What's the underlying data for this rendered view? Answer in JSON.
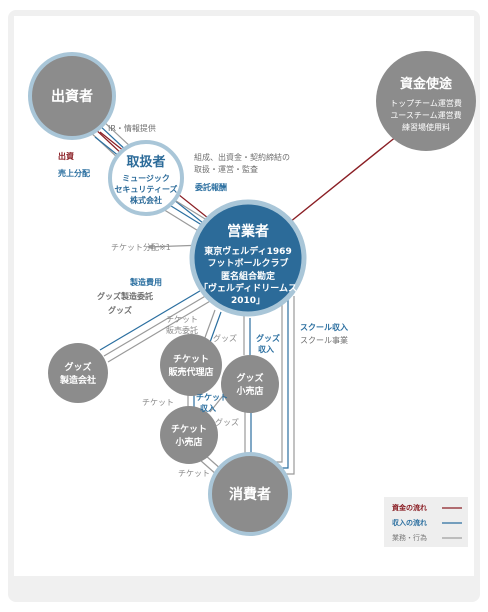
{
  "nodes": {
    "investor": {
      "title": "出資者"
    },
    "handler": {
      "title": "取扱者",
      "sub1": "ミュージック",
      "sub2": "セキュリティーズ",
      "sub3": "株式会社"
    },
    "operator": {
      "title": "営業者",
      "sub1": "東京ヴェルディ1969",
      "sub2": "フットボールクラブ",
      "sub3": "匿名組合勘定",
      "sub4": "「ヴェルディドリームス",
      "sub5": "2010」"
    },
    "funds": {
      "title": "資金使途",
      "sub1": "トップチーム運営費",
      "sub2": "ユースチーム運営費",
      "sub3": "練習場使用料"
    },
    "goods_maker": {
      "title1": "グッズ",
      "title2": "製造会社"
    },
    "ticket_agency": {
      "title1": "チケット",
      "title2": "販売代理店"
    },
    "goods_shop": {
      "title1": "グッズ",
      "title2": "小売店"
    },
    "ticket_shop": {
      "title1": "チケット",
      "title2": "小売店"
    },
    "consumer": {
      "title": "消費者"
    }
  },
  "labels": {
    "ir": "IR・情報提供",
    "invest": "出資",
    "sales_dist": "売上分配",
    "contract1": "組成、出資金・契約締結の",
    "contract2": "取扱・運営・監査",
    "fee": "委託報酬",
    "ticket_dist": "チケット分配※1",
    "mfg_cost": "製造費用",
    "goods_mfg": "グッズ製造委託",
    "goods": "グッズ",
    "ticket_consign1": "チケット",
    "ticket_consign2": "販売委託",
    "goods2": "グッズ",
    "goods_income1": "グッズ",
    "goods_income2": "収入",
    "school_income": "スクール収入",
    "school_biz": "スクール事業",
    "ticket": "チケット",
    "ticket_income1": "チケット",
    "ticket_income2": "収入",
    "goods3": "グッズ",
    "ticket2": "チケット"
  },
  "legend": {
    "fund_flow": "資金の流れ",
    "income_flow": "収入の流れ",
    "business": "業務・行為"
  },
  "colors": {
    "fund": "#8a1e24",
    "income": "#2b6fa0",
    "business": "#a0a0a0",
    "node_gray": "#8c8c8c",
    "node_blue": "#2c6b99",
    "ring": "#a9c6d8"
  }
}
